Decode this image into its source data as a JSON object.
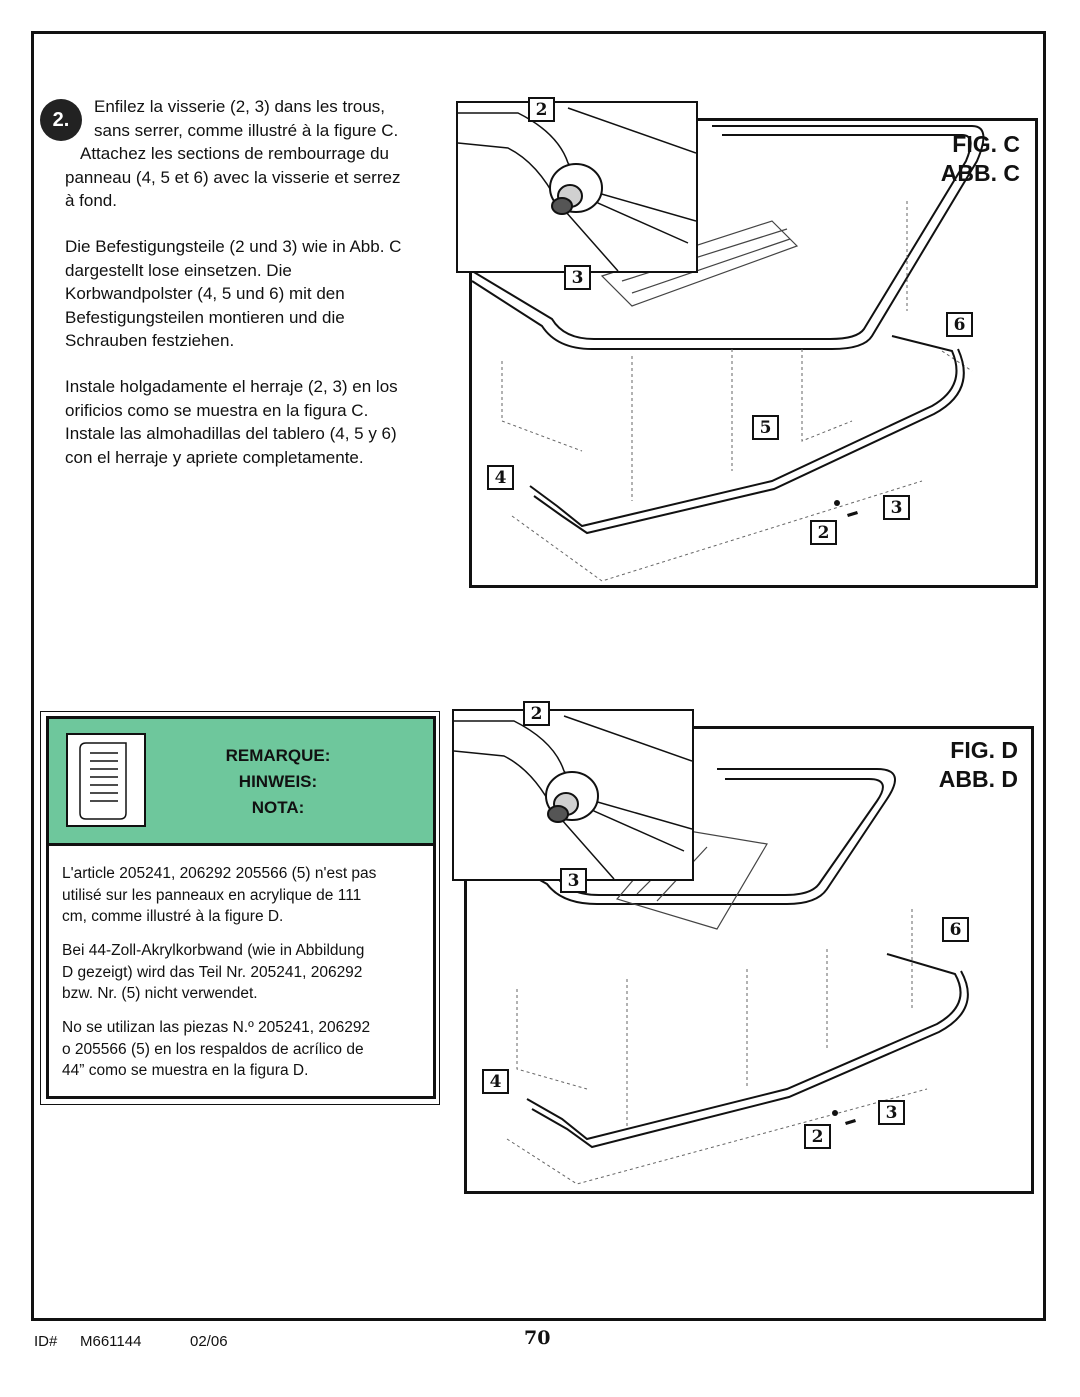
{
  "step": {
    "number": "2.",
    "french": [
      "Enfilez la visserie (2, 3) dans les trous,",
      "sans serrer, comme illustré à la figure C.",
      "Attachez les sections de rembourrage du",
      "panneau (4, 5 et 6) avec la visserie et serrez",
      "à fond."
    ],
    "german": [
      "Die Befestigungsteile (2 und 3) wie in Abb. C",
      "dargestellt lose einsetzen. Die",
      "Korbwandpolster (4, 5 und 6) mit den",
      "Befestigungsteilen montieren und die",
      "Schrauben festziehen."
    ],
    "spanish": [
      "Instale holgadamente el herraje (2, 3) en los",
      "orificios como se muestra en la figura C.",
      "Instale las almohadillas del tablero (4, 5 y 6)",
      "con el herraje y apriete completamente."
    ]
  },
  "fig_c": {
    "label1": "FIG. C",
    "label2": "ABB. C",
    "callouts": [
      "2",
      "3",
      "6",
      "5",
      "4",
      "3",
      "2"
    ]
  },
  "fig_d": {
    "label1": "FIG. D",
    "label2": "ABB. D",
    "callouts": [
      "2",
      "3",
      "6",
      "4",
      "3",
      "2"
    ]
  },
  "note": {
    "title1": "REMARQUE:",
    "title2": "HINWEIS:",
    "title3": "NOTA:",
    "french": [
      "L'article 205241, 206292 205566 (5) n'est pas",
      "utilisé sur les panneaux en acrylique de 111",
      "cm, comme illustré à la figure D."
    ],
    "german": [
      "Bei 44-Zoll-Akrylkorbwand (wie in Abbildung",
      "D gezeigt) wird das Teil Nr. 205241, 206292",
      "bzw. Nr. (5) nicht verwendet."
    ],
    "spanish": [
      "No se utilizan las piezas N.º 205241, 206292",
      "o 205566 (5) en los respaldos de acrílico de",
      "44” como se muestra en la figura D."
    ]
  },
  "footer": {
    "id_label": "ID#",
    "id_value": "M661144",
    "date": "02/06",
    "page": "70"
  }
}
